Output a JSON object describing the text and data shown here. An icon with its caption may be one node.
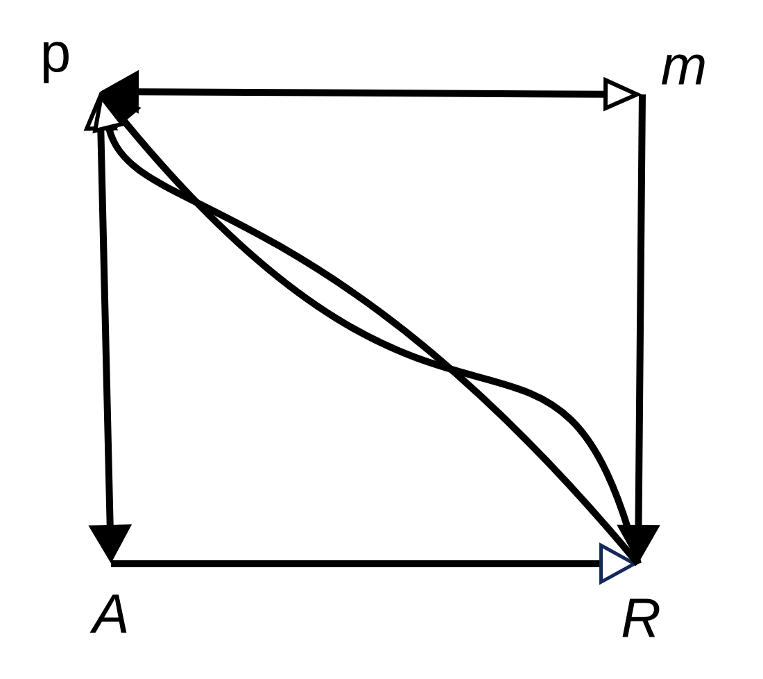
{
  "diagram": {
    "nodes": [
      {
        "text": [
          "p"
        ]
      },
      {
        "text": [
          "m"
        ]
      },
      {
        "text": [
          "A"
        ]
      },
      {
        "text": [
          "R"
        ]
      }
    ],
    "edges": [
      {
        "from": 1,
        "to": 0,
        "arrow": "both"
      },
      {
        "from": 1,
        "to": 3,
        "arrow": "to"
      },
      {
        "from": 2,
        "to": 0,
        "arrow": "both"
      },
      {
        "from": 2,
        "to": 3,
        "arrow": "to"
      },
      {
        "from": 3,
        "to": 0,
        "arrow": "to"
      },
      {
        "from": 3,
        "to": 0,
        "arrow": "to"
      }
    ]
  }
}
